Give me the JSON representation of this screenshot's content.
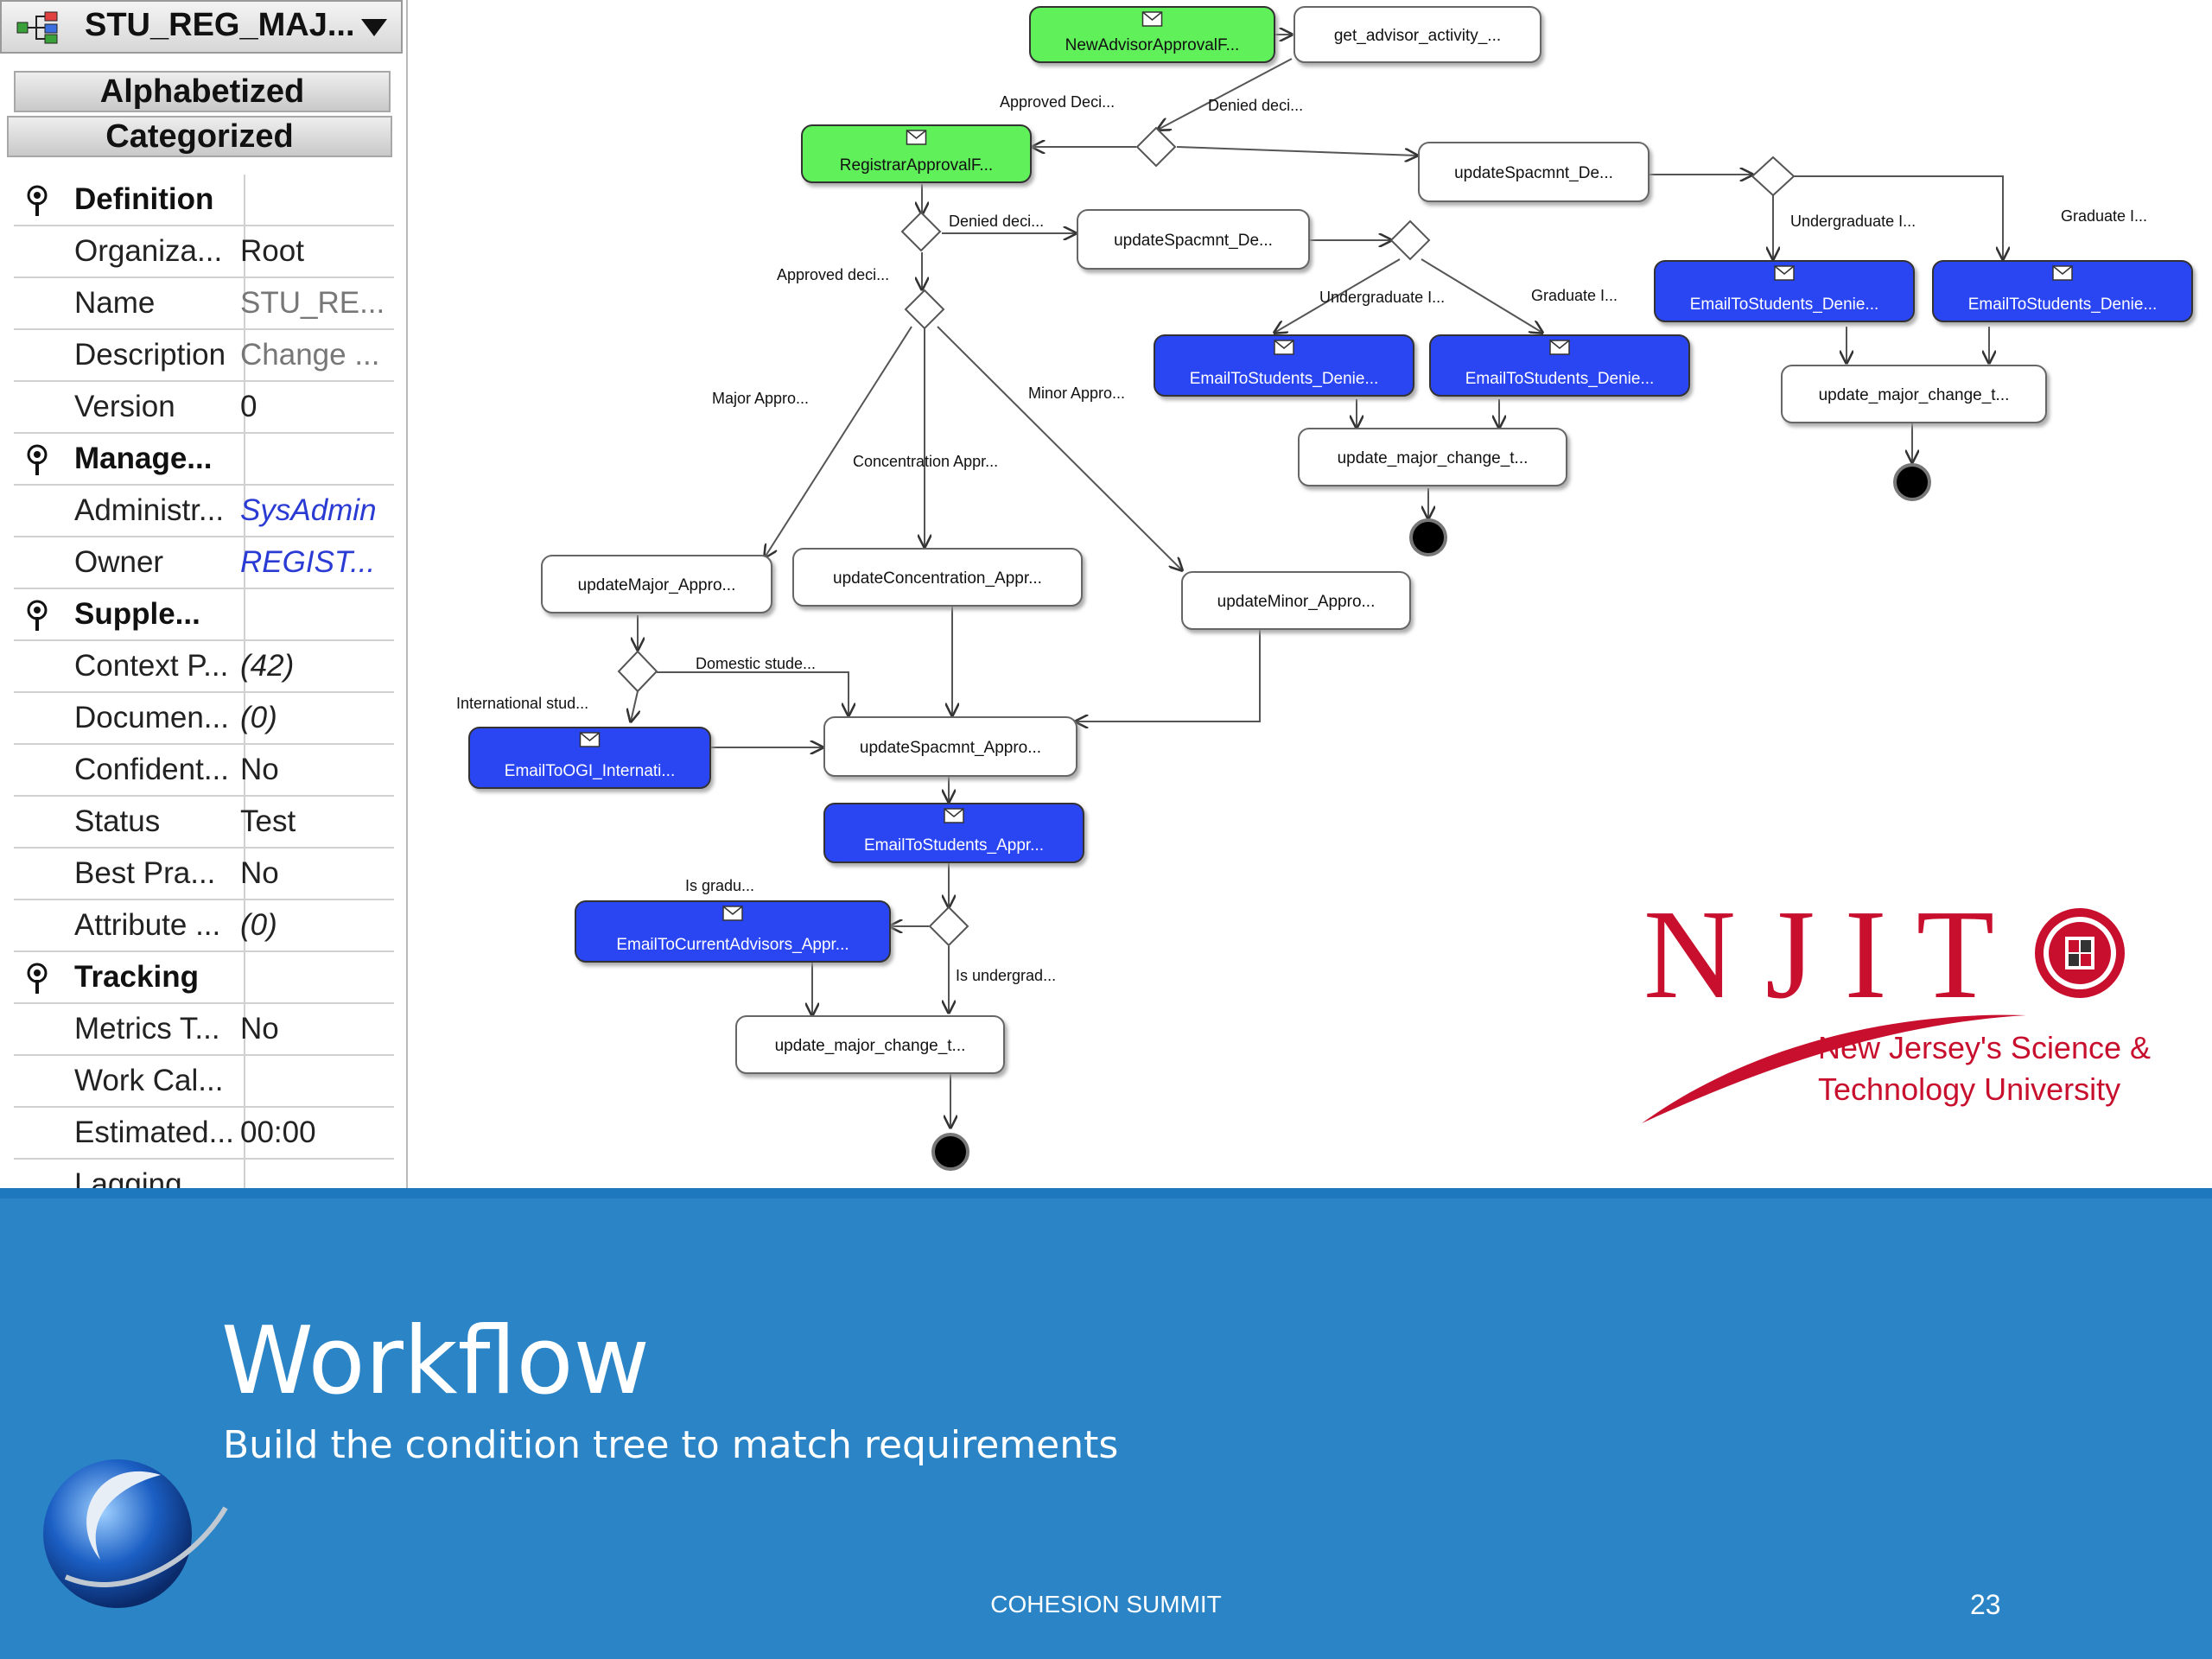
{
  "panel": {
    "title": "STU_REG_MAJ...",
    "tabs": {
      "alphabetized": "Alphabetized",
      "categorized": "Categorized"
    },
    "rows": [
      {
        "type": "category",
        "name": "Definition",
        "value": ""
      },
      {
        "type": "prop",
        "name": "Organiza...",
        "value": "Root",
        "style": ""
      },
      {
        "type": "prop",
        "name": "Name",
        "value": "STU_RE...",
        "style": "dim"
      },
      {
        "type": "prop",
        "name": "Description",
        "value": "Change ...",
        "style": "dim"
      },
      {
        "type": "prop",
        "name": "Version",
        "value": "0",
        "style": ""
      },
      {
        "type": "category",
        "name": "Manage...",
        "value": ""
      },
      {
        "type": "prop",
        "name": "Administr...",
        "value": "SysAdmin",
        "style": "link"
      },
      {
        "type": "prop",
        "name": "Owner",
        "value": "REGIST...",
        "style": "link"
      },
      {
        "type": "category",
        "name": "Supple...",
        "value": ""
      },
      {
        "type": "prop",
        "name": "Context P...",
        "value": "(42)",
        "style": "ital"
      },
      {
        "type": "prop",
        "name": "Documen...",
        "value": "(0)",
        "style": "ital"
      },
      {
        "type": "prop",
        "name": "Confident...",
        "value": "No",
        "style": ""
      },
      {
        "type": "prop",
        "name": "Status",
        "value": "Test",
        "style": ""
      },
      {
        "type": "prop",
        "name": "Best Pra...",
        "value": "No",
        "style": ""
      },
      {
        "type": "prop",
        "name": "Attribute ...",
        "value": "(0)",
        "style": "ital"
      },
      {
        "type": "category",
        "name": "Tracking",
        "value": ""
      },
      {
        "type": "prop",
        "name": "Metrics T...",
        "value": "No",
        "style": ""
      },
      {
        "type": "prop",
        "name": "Work Cal...",
        "value": "",
        "style": ""
      },
      {
        "type": "prop",
        "name": "Estimated...",
        "value": "00:00",
        "style": ""
      },
      {
        "type": "prop",
        "name": "Lagging ...",
        "value": "",
        "style": ""
      }
    ]
  },
  "diagram": {
    "nodes": {
      "n_newadvisor": "NewAdvisorApprovalF...",
      "n_getadvisor": "get_advisor_activity_...",
      "n_registrar": "RegistrarApprovalF...",
      "n_upd_de_r": "updateSpacmnt_De...",
      "n_upd_de_m": "updateSpacmnt_De...",
      "n_email_ug_r": "EmailToStudents_Denie...",
      "n_email_gr_r": "EmailToStudents_Denie...",
      "n_email_ug_m": "EmailToStudents_Denie...",
      "n_email_gr_m": "EmailToStudents_Denie...",
      "n_umc_r": "update_major_change_t...",
      "n_umc_m": "update_major_change_t...",
      "n_updmajor": "updateMajor_Appro...",
      "n_updconc": "updateConcentration_Appr...",
      "n_updminor": "updateMinor_Appro...",
      "n_emailogi": "EmailToOGI_Internati...",
      "n_updappro": "updateSpacmnt_Appro...",
      "n_emailappr": "EmailToStudents_Appr...",
      "n_emailadv": "EmailToCurrentAdvisors_Appr...",
      "n_umc_b": "update_major_change_t..."
    },
    "edges": {
      "e_approved1": "Approved Deci...",
      "e_denied1": "Denied deci...",
      "e_denied2": "Denied deci...",
      "e_approved2": "Approved deci...",
      "e_ug_r": "Undergraduate I...",
      "e_gr_r": "Graduate I...",
      "e_ug_m": "Undergraduate I...",
      "e_gr_m": "Graduate I...",
      "e_major": "Major Appro...",
      "e_conc": "Concentration Appr...",
      "e_minor": "Minor Appro...",
      "e_domestic": "Domestic stude...",
      "e_intl": "International stud...",
      "e_isgrad": "Is gradu...",
      "e_isug": "Is undergrad..."
    }
  },
  "njit": {
    "wordmark": "NJIT",
    "tagline1": "New Jersey's Science &",
    "tagline2": "Technology University"
  },
  "slide": {
    "title": "Workflow",
    "subtitle": "Build the condition tree to match requirements",
    "footer": "COHESION SUMMIT",
    "page": "23"
  },
  "colors": {
    "green_node": "#5ef05a",
    "blue_node": "#2b45f2",
    "band": "#2a84c6",
    "njit_red": "#c8102e",
    "link_text": "#2a3bd4"
  },
  "icons": [
    "tree-icon",
    "dropdown-arrow-icon",
    "category-pin-icon",
    "form-icon",
    "email-icon",
    "end-node-icon",
    "njit-seal-icon",
    "cohesion-globe-icon"
  ]
}
